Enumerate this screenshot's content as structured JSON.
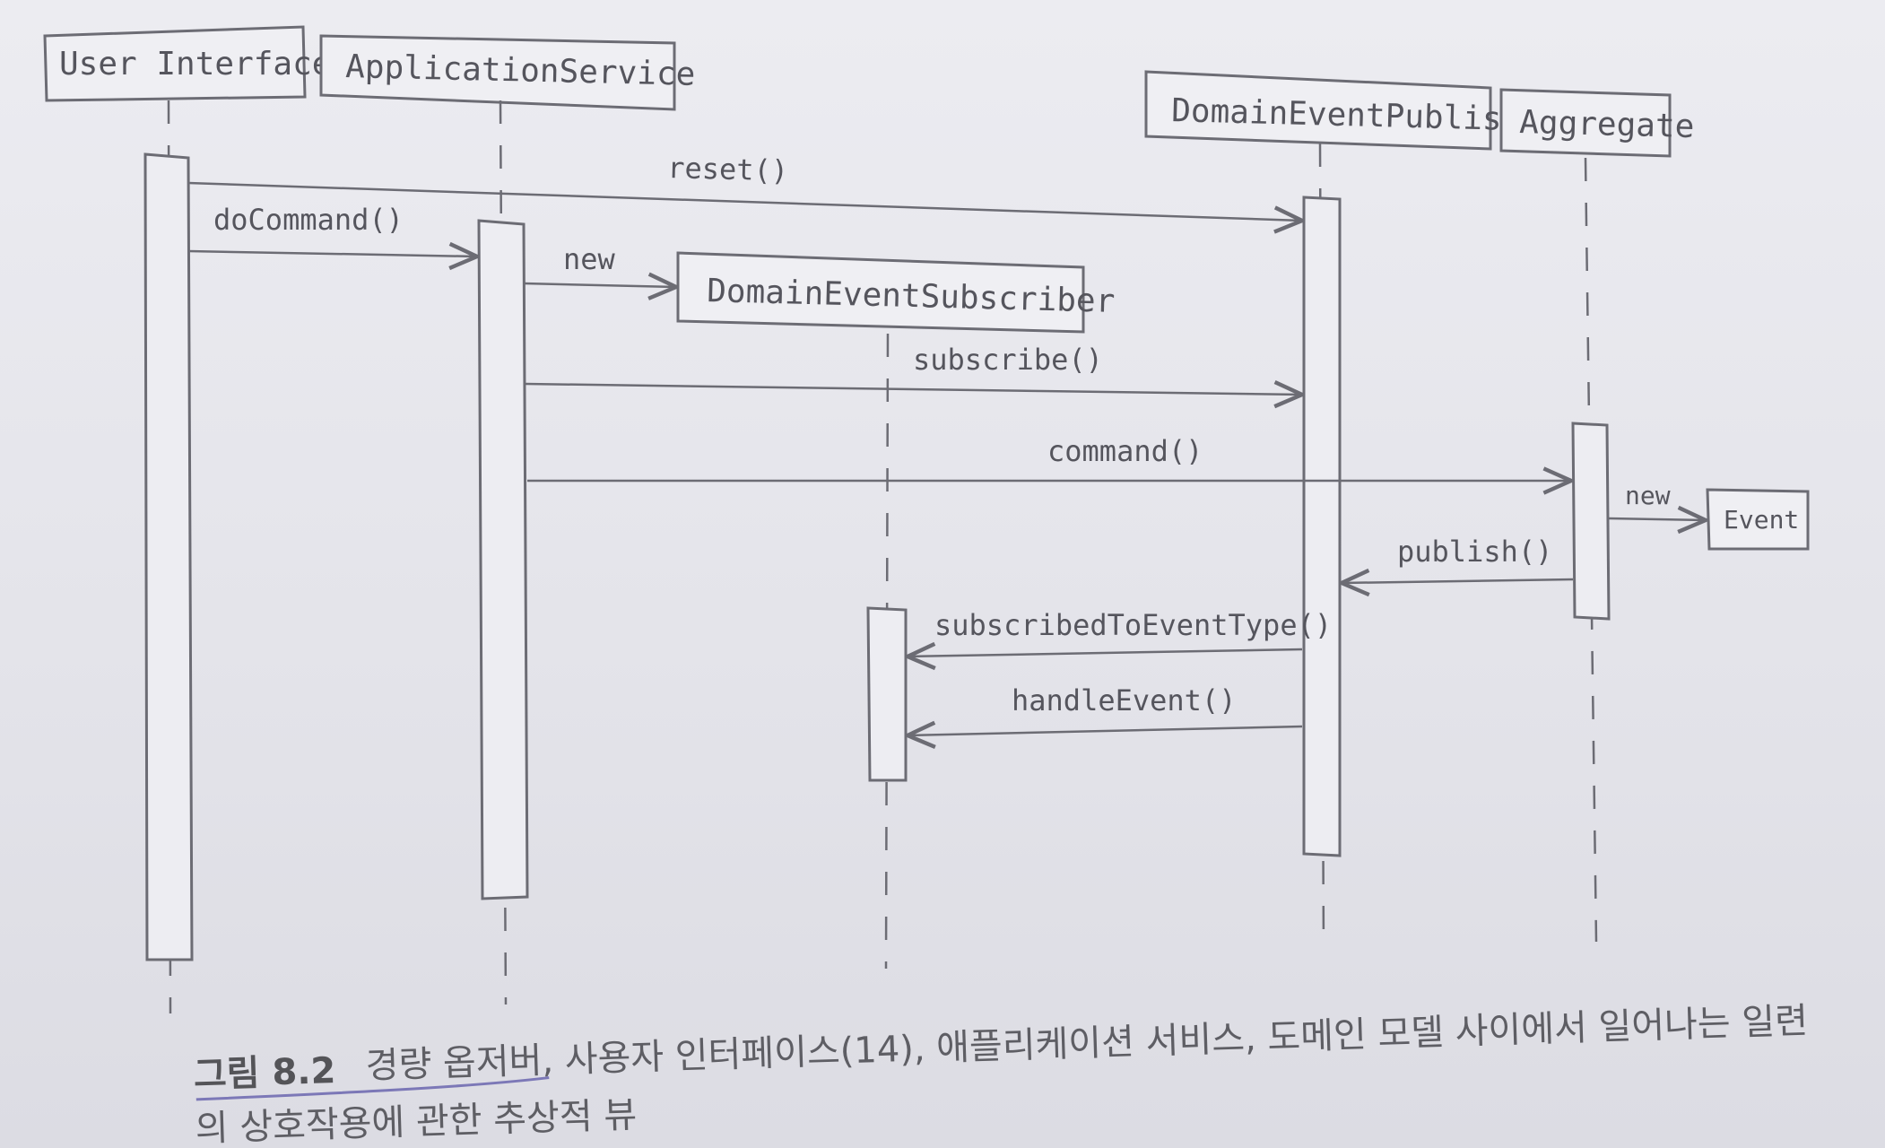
{
  "participants": {
    "user_interface": "User Interface",
    "application_service": "ApplicationService",
    "domain_event_publisher": "DomainEventPublisher",
    "aggregate": "Aggregate",
    "domain_event_subscriber": "DomainEventSubscriber",
    "event": "Event"
  },
  "messages": {
    "reset": "reset()",
    "do_command": "doCommand()",
    "new_subscriber": "new",
    "subscribe": "subscribe()",
    "command": "command()",
    "new_event": "new",
    "publish": "publish()",
    "subscribed_to_event_type": "subscribedToEventType()",
    "handle_event": "handleEvent()"
  },
  "caption": {
    "figure_number": "그림 8.2",
    "line1": "경량 옵저버, 사용자 인터페이스(14), 애플리케이션 서비스, 도메인 모델 사이에서 일어나는 일련",
    "line2": "의 상호작용에 관한 추상적 뷰"
  },
  "colors": {
    "paper": "#e6e6eb",
    "ink": "#6c6c74",
    "text": "#55555d",
    "underline": "#5b56a8"
  }
}
